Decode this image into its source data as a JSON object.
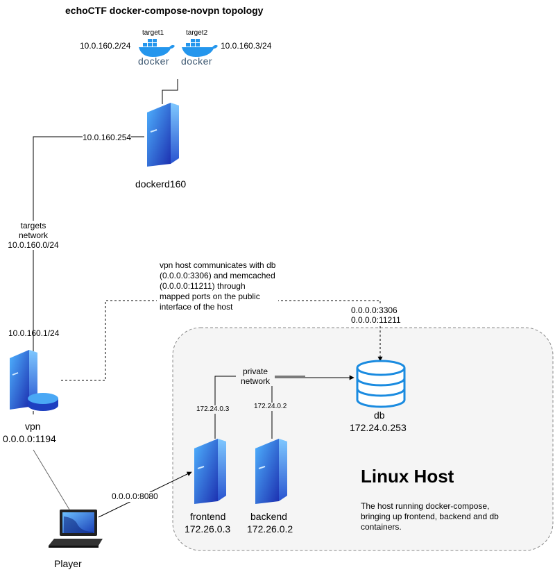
{
  "title": "echoCTF docker-compose-novpn topology",
  "targets": {
    "target1": {
      "name": "target1",
      "ip": "10.0.160.2/24",
      "logo_text": "docker"
    },
    "target2": {
      "name": "target2",
      "ip": "10.0.160.3/24",
      "logo_text": "docker"
    }
  },
  "dockerd": {
    "name": "dockerd160",
    "ip": "10.0.160.254"
  },
  "targets_network": {
    "line1": "targets",
    "line2": "network",
    "line3": "10.0.160.0/24"
  },
  "vpn": {
    "ip_top": "10.0.160.1/24",
    "name": "vpn",
    "port": "0.0.0.0:1194"
  },
  "note": {
    "line1": "vpn host communicates with db",
    "line2": "(0.0.0.0:3306) and memcached",
    "line3": "(0.0.0.0:11211) through",
    "line4": "mapped ports on the public",
    "line5": "interface of the host"
  },
  "db_ports": {
    "line1": "0.0.0.0:3306",
    "line2": "0.0.0.0:11211"
  },
  "private_network": {
    "line1": "private",
    "line2": "network"
  },
  "frontend": {
    "name": "frontend",
    "ip": "172.26.0.3",
    "private_ip": "172.24.0.3"
  },
  "backend": {
    "name": "backend",
    "ip": "172.26.0.2",
    "private_ip": "172.24.0.2"
  },
  "db": {
    "name": "db",
    "ip": "172.24.0.253"
  },
  "linux_host": {
    "title": "Linux Host",
    "desc1": "The host running docker-compose,",
    "desc2": "bringing up frontend, backend and db",
    "desc3": "containers."
  },
  "player": {
    "name": "Player",
    "port": "0.0.0.0:8080"
  },
  "colors": {
    "server_blue": "#1e3fbf",
    "server_light": "#3aa0f0",
    "docker_blue": "#2496ed",
    "db_blue": "#1a8be0"
  }
}
